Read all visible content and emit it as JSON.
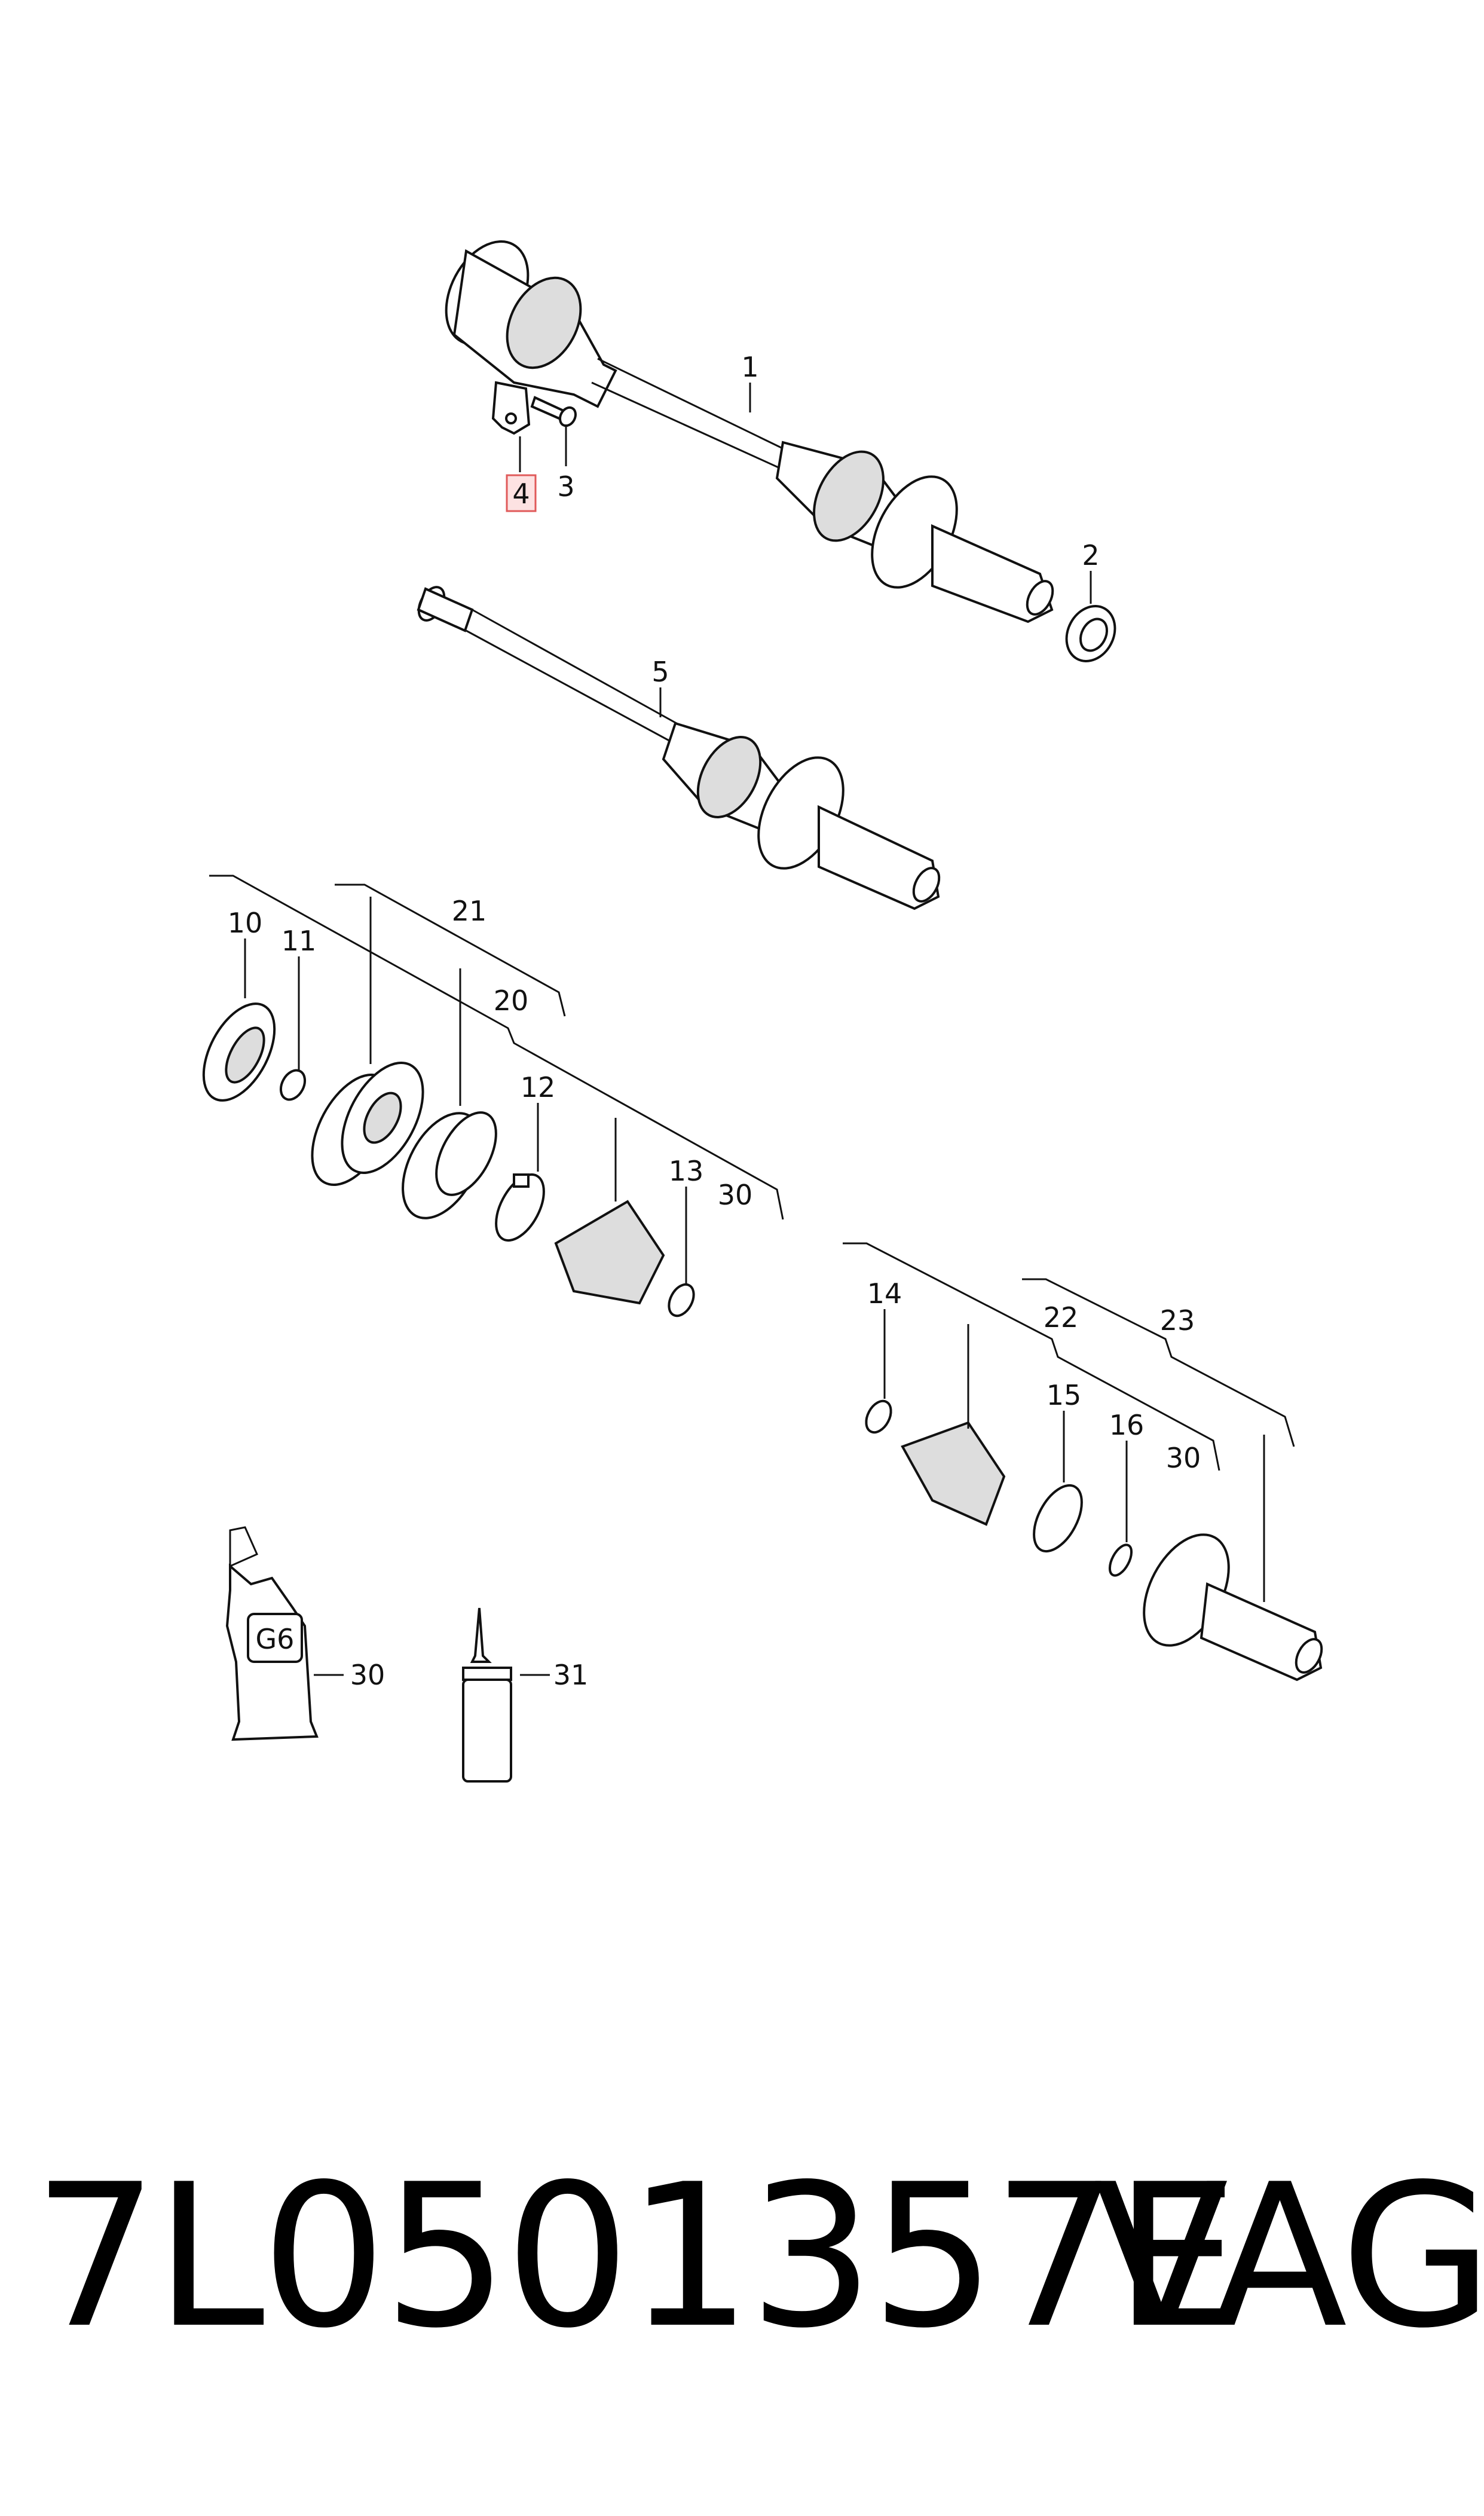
{
  "callouts": [
    {
      "id": "c1",
      "text": "1"
    },
    {
      "id": "c2",
      "text": "2"
    },
    {
      "id": "c3",
      "text": "3"
    },
    {
      "id": "c4",
      "text": "4",
      "highlighted": true
    },
    {
      "id": "c5",
      "text": "5"
    },
    {
      "id": "c10",
      "text": "10"
    },
    {
      "id": "c11",
      "text": "11"
    },
    {
      "id": "c12",
      "text": "12"
    },
    {
      "id": "c13",
      "text": "13"
    },
    {
      "id": "c14",
      "text": "14"
    },
    {
      "id": "c15",
      "text": "15"
    },
    {
      "id": "c16",
      "text": "16"
    },
    {
      "id": "c20",
      "text": "20"
    },
    {
      "id": "c21",
      "text": "21"
    },
    {
      "id": "c22",
      "text": "22"
    },
    {
      "id": "c23",
      "text": "23"
    },
    {
      "id": "c30a",
      "text": "30"
    },
    {
      "id": "c30b",
      "text": "30"
    },
    {
      "id": "c30c",
      "text": "30"
    },
    {
      "id": "c31",
      "text": "31"
    }
  ],
  "grease_tube_label": "G6",
  "footer": {
    "part_number": "7L0501357E",
    "brand": "VAG"
  },
  "colors": {
    "highlight_fill": "#fde2e2",
    "highlight_stroke": "#e05a5a"
  }
}
